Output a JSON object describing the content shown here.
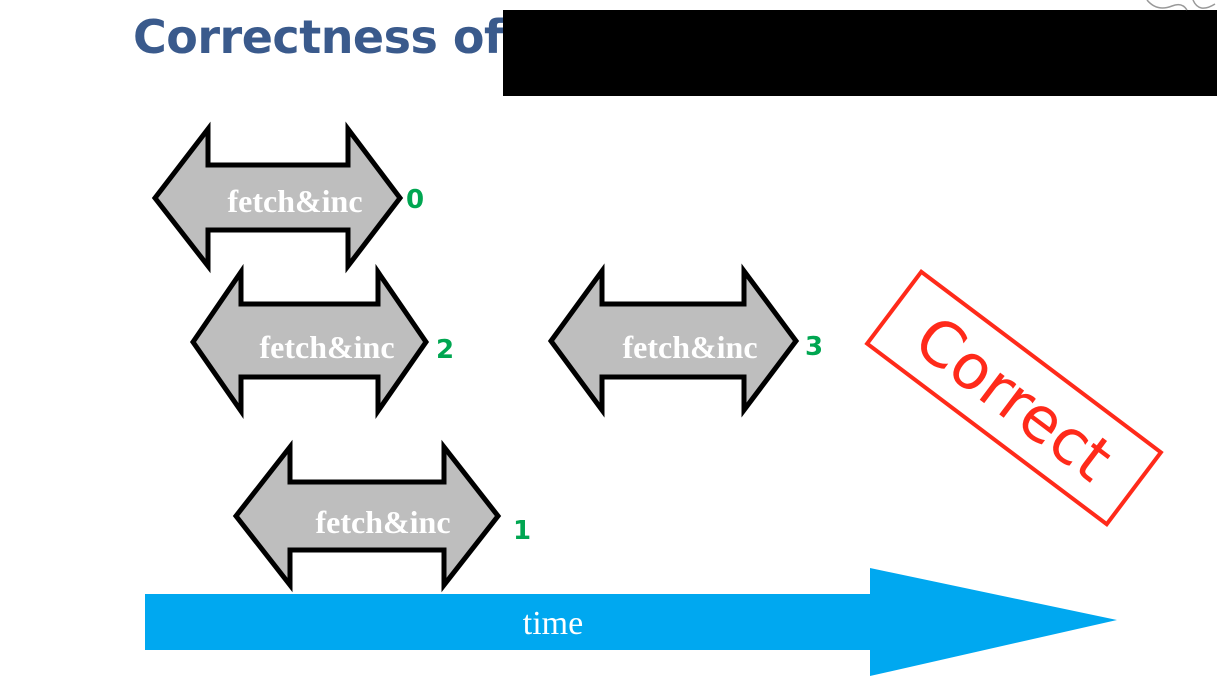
{
  "slide": {
    "title": "Correctness of"
  },
  "operations": [
    {
      "label": "fetch&inc",
      "result": "0"
    },
    {
      "label": "fetch&inc",
      "result": "2"
    },
    {
      "label": "fetch&inc",
      "result": "3"
    },
    {
      "label": "fetch&inc",
      "result": "1"
    }
  ],
  "timeline": {
    "label": "time",
    "color": "#00a8f0"
  },
  "verdict": {
    "label": "Correct",
    "color": "#ff2a1a"
  },
  "colors": {
    "title": "#3a5a8c",
    "arrow_fill": "#bebebe",
    "result_text": "#00a651"
  }
}
